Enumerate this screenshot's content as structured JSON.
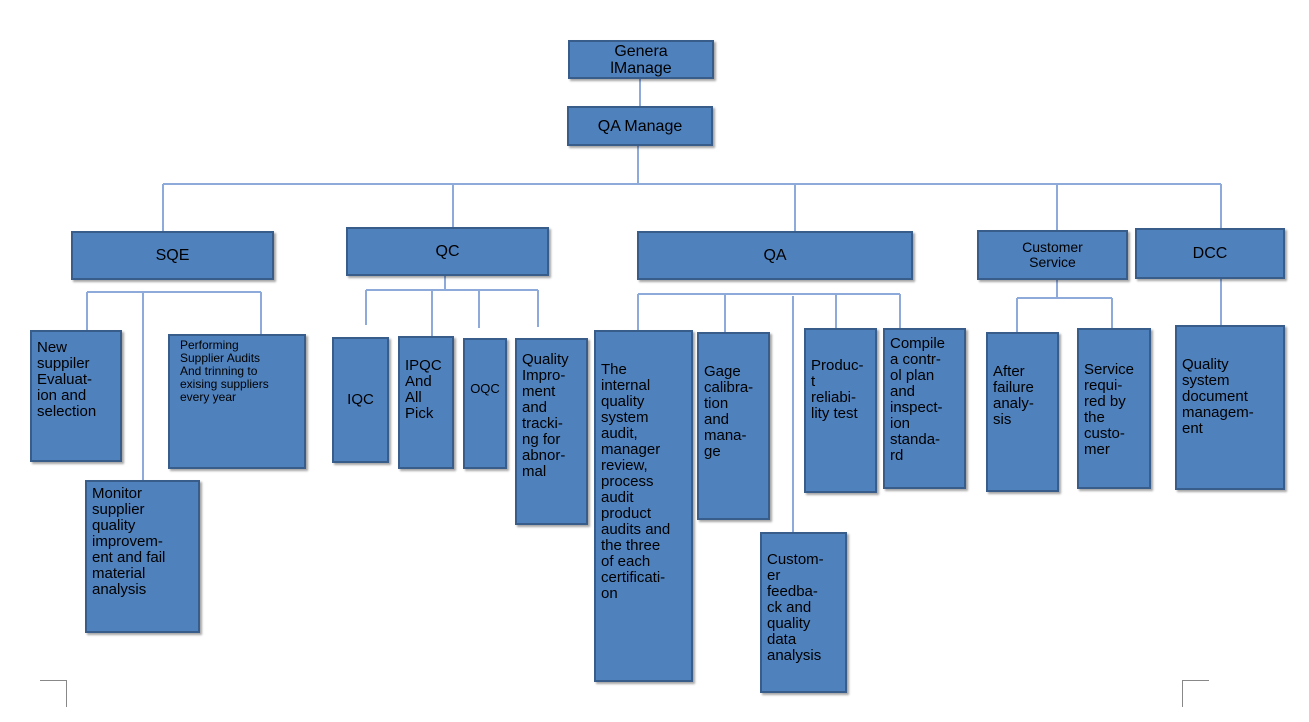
{
  "root": {
    "general": "Genera\nlManage",
    "qa_manage": "QA Manage"
  },
  "departments": {
    "sqe": "SQE",
    "qc": "QC",
    "qa": "QA",
    "customer_service": "Customer\nService",
    "dcc": "DCC"
  },
  "sqe_tasks": {
    "new_supplier": "New\nsuppiler\nEvaluat-\nion and\nselection",
    "monitor": "Monitor\nsupplier\nquality\nimprovem-\nent and fail\nmaterial\nanalysis",
    "audits": "Performing\nSupplier Audits\nAnd trinning to\nexising suppliers\nevery year"
  },
  "qc_tasks": {
    "iqc": "IQC",
    "ipqc": "IPQC\nAnd\nAll\nPick",
    "oqc": "OQC",
    "quality_improvement": "Quality\nImpro-\nment\nand\ntracki-\nng for\nabnor-\nmal"
  },
  "qa_tasks": {
    "internal_audit": "The\ninternal\nquality\nsystem\naudit,\nmanager\nreview,\nprocess\naudit\nproduct\naudits and\nthe three\nof each\ncertificati-\non",
    "gage": "Gage\ncalibra-\ntion\nand\nmana-\nge",
    "customer_feedback": "Custom-\ner\nfeedba-\nck and\nquality\ndata\nanalysis",
    "reliability": "Produc-\nt\nreliabi-\nlity test",
    "control_plan": "Compile\na contr-\nol plan\nand\ninspect-\nion\nstanda-\nrd"
  },
  "cs_tasks": {
    "after_failure": "After\nfailure\nanaly-\nsis",
    "service_required": "Service\nrequi-\nred by\nthe\ncusto-\nmer"
  },
  "dcc_tasks": {
    "document_management": "Quality\nsystem\ndocument\nmanagem-\nent"
  },
  "colors": {
    "box_fill": "#4f81bd",
    "box_border": "#385d8a",
    "connector": "#8eaadb"
  }
}
